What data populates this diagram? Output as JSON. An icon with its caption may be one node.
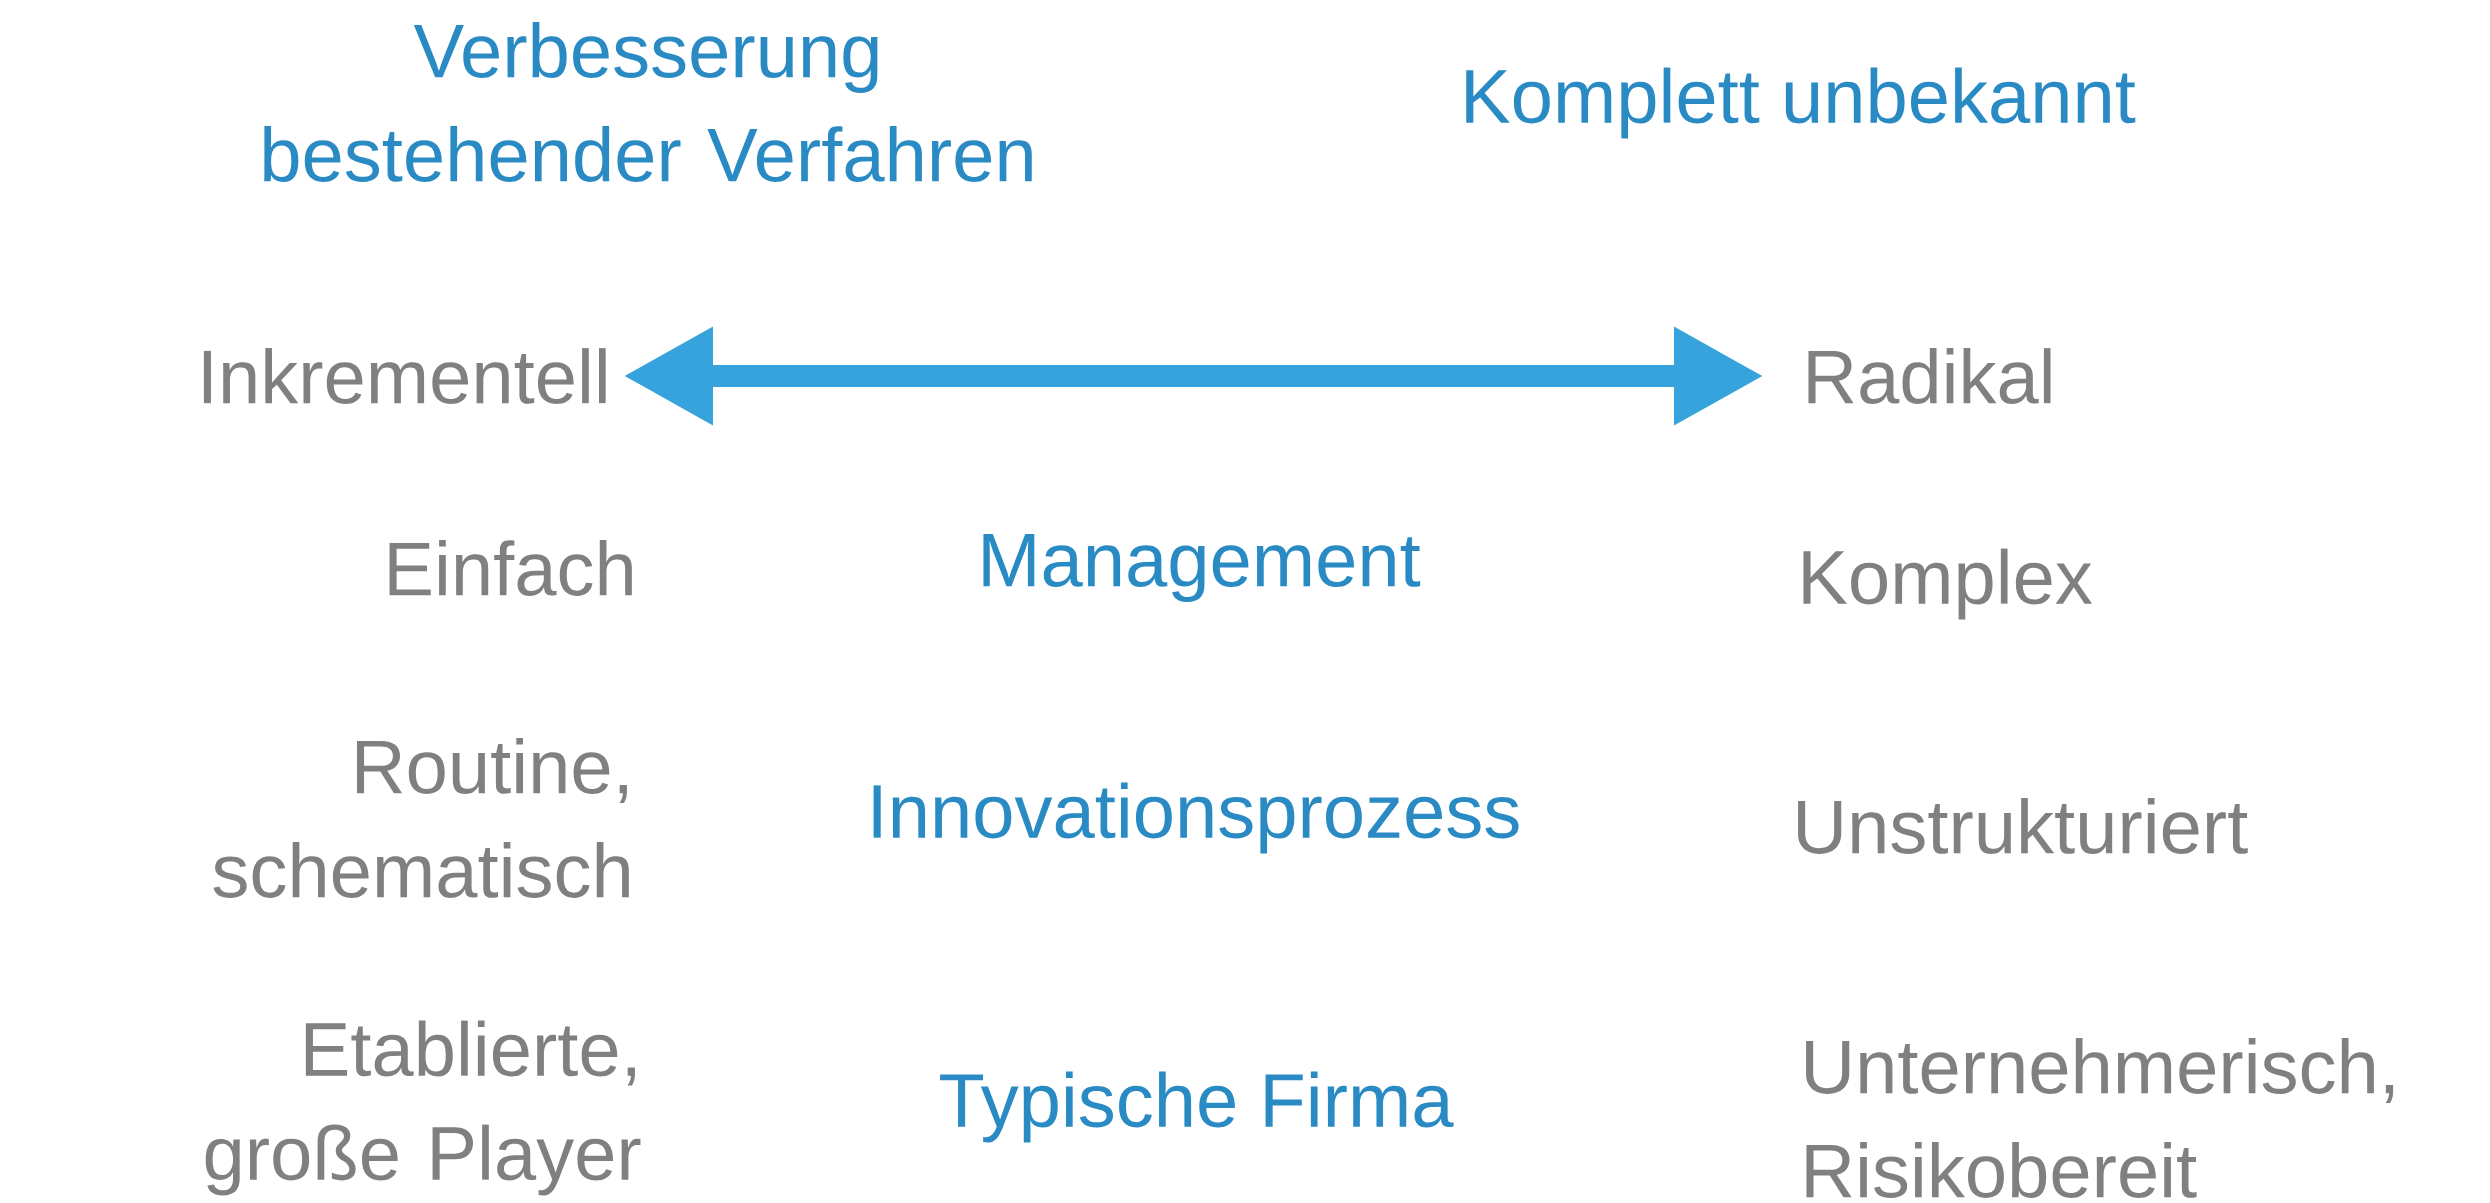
{
  "diagram": {
    "nodes": [
      {
        "text": [
          "Inkrementell"
        ]
      },
      {
        "text": [
          "Radikal"
        ]
      }
    ],
    "edges": [
      {
        "from": 0,
        "to": 1,
        "arrow": "both"
      }
    ],
    "labels": [
      "Verbesserung bestehender Verfahren",
      "Komplett unbekannt",
      "Einfach",
      "Management",
      "Komplex",
      "Routine, schematisch",
      "Innovationsprozess",
      "Unstrukturiert",
      "Etablierte, große Player",
      "Typische Firma",
      "Unternehmerisch, Risikobereit"
    ]
  }
}
